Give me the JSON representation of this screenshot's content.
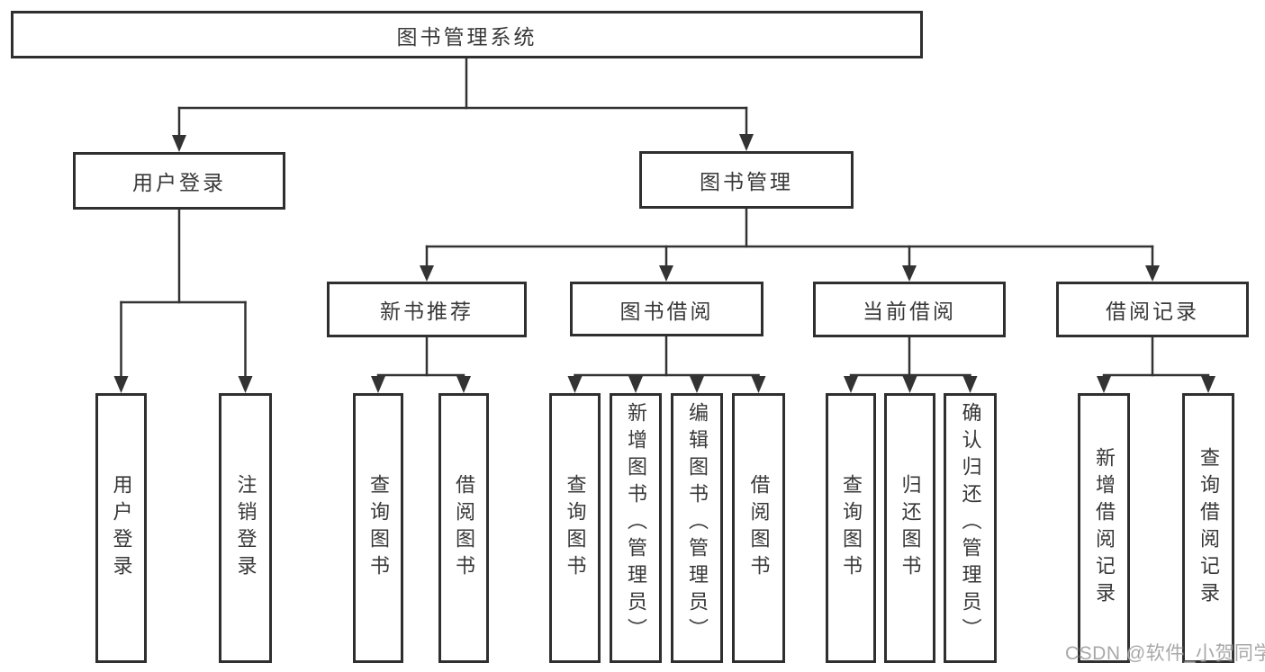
{
  "nodes": {
    "root": "图书管理系统",
    "user_login_group": "用户登录",
    "book_management": "图书管理",
    "new_book_recommend": "新书推荐",
    "book_borrowing": "图书借阅",
    "current_borrowing": "当前借阅",
    "borrowing_records": "借阅记录",
    "user_login": "用户登录",
    "logout": "注销登录",
    "rec_query_books": "查询图书",
    "rec_borrow_books": "借阅图书",
    "bb_query_books": "查询图书",
    "bb_add_books_admin": "新增图书（管理员）",
    "bb_edit_books_admin": "编辑图书（管理员）",
    "bb_borrow_books": "借阅图书",
    "cb_query_books": "查询图书",
    "cb_return_books": "归还图书",
    "cb_confirm_return_admin": "确认归还（管理员）",
    "br_add_record": "新增借阅记录",
    "br_query_record": "查询借阅记录"
  },
  "watermark": {
    "text": "CSDN @软件_小贺同学"
  },
  "colors": {
    "line": "#333333",
    "box_border": "#2f2f2f",
    "text": "#383838",
    "watermark": "#a8a8a8",
    "background": "#ffffff"
  }
}
